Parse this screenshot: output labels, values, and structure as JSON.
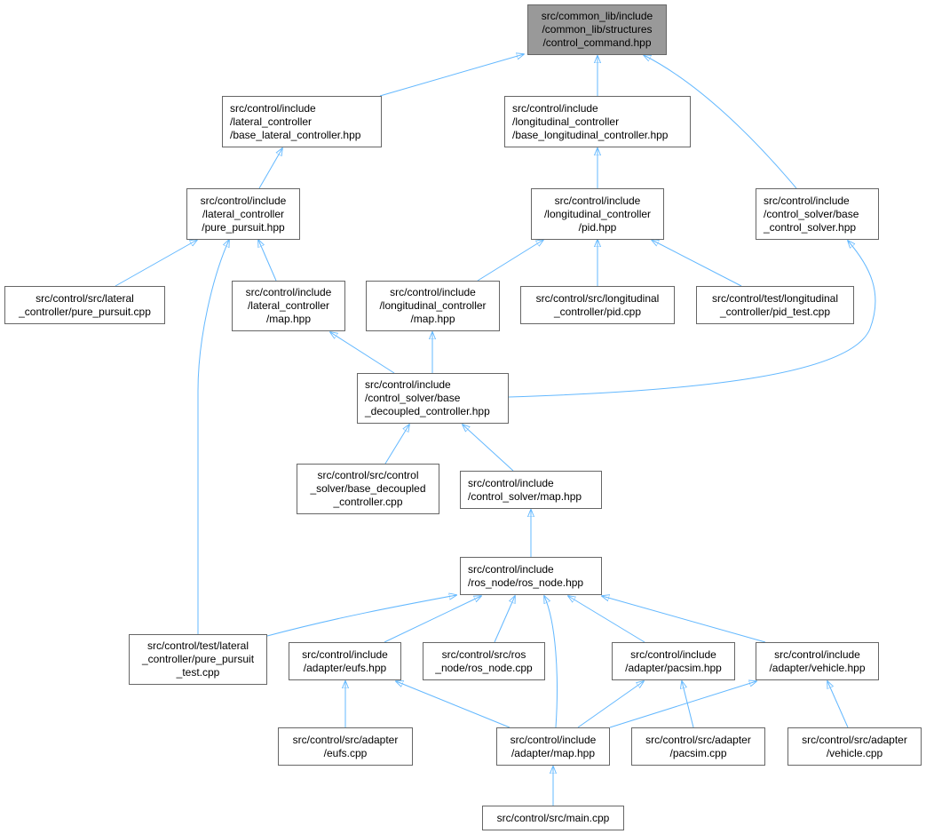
{
  "colors": {
    "edge": "#63b8ff",
    "root_fill": "#999999",
    "node_border": "#666666"
  },
  "nodes": {
    "n0": [
      "src/common_lib/include",
      "/common_lib/structures",
      "/control_command.hpp"
    ],
    "n1": [
      "src/control/include",
      "/lateral_controller",
      "/base_lateral_controller.hpp"
    ],
    "n2": [
      "src/control/include",
      "/longitudinal_controller",
      "/base_longitudinal_controller.hpp"
    ],
    "n3": [
      "src/control/include",
      "/lateral_controller",
      "/pure_pursuit.hpp"
    ],
    "n4": [
      "src/control/include",
      "/longitudinal_controller",
      "/pid.hpp"
    ],
    "n5": [
      "src/control/include",
      "/control_solver/base",
      "_control_solver.hpp"
    ],
    "n6": [
      "src/control/src/lateral",
      "_controller/pure_pursuit.cpp"
    ],
    "n7": [
      "src/control/include",
      "/lateral_controller",
      "/map.hpp"
    ],
    "n8": [
      "src/control/include",
      "/longitudinal_controller",
      "/map.hpp"
    ],
    "n9": [
      "src/control/src/longitudinal",
      "_controller/pid.cpp"
    ],
    "n10": [
      "src/control/test/longitudinal",
      "_controller/pid_test.cpp"
    ],
    "n11": [
      "src/control/include",
      "/control_solver/base",
      "_decoupled_controller.hpp"
    ],
    "n12": [
      "src/control/src/control",
      "_solver/base_decoupled",
      "_controller.cpp"
    ],
    "n13": [
      "src/control/include",
      "/control_solver/map.hpp"
    ],
    "n14": [
      "src/control/include",
      "/ros_node/ros_node.hpp"
    ],
    "n15": [
      "src/control/test/lateral",
      "_controller/pure_pursuit",
      "_test.cpp"
    ],
    "n16": [
      "src/control/include",
      "/adapter/eufs.hpp"
    ],
    "n17": [
      "src/control/src/ros",
      "_node/ros_node.cpp"
    ],
    "n18": [
      "src/control/include",
      "/adapter/pacsim.hpp"
    ],
    "n19": [
      "src/control/include",
      "/adapter/vehicle.hpp"
    ],
    "n20": [
      "src/control/src/adapter",
      "/eufs.cpp"
    ],
    "n21": [
      "src/control/include",
      "/adapter/map.hpp"
    ],
    "n22": [
      "src/control/src/adapter",
      "/pacsim.cpp"
    ],
    "n23": [
      "src/control/src/adapter",
      "/vehicle.cpp"
    ],
    "n24": [
      "src/control/src/main.cpp"
    ]
  },
  "edges": [
    [
      "n1",
      "n0"
    ],
    [
      "n2",
      "n0"
    ],
    [
      "n5",
      "n0"
    ],
    [
      "n3",
      "n1"
    ],
    [
      "n4",
      "n2"
    ],
    [
      "n6",
      "n3"
    ],
    [
      "n7",
      "n3"
    ],
    [
      "n15",
      "n3"
    ],
    [
      "n8",
      "n4"
    ],
    [
      "n9",
      "n4"
    ],
    [
      "n10",
      "n4"
    ],
    [
      "n11",
      "n7"
    ],
    [
      "n11",
      "n8"
    ],
    [
      "n11",
      "n5"
    ],
    [
      "n12",
      "n11"
    ],
    [
      "n13",
      "n11"
    ],
    [
      "n14",
      "n13"
    ],
    [
      "n15",
      "n14"
    ],
    [
      "n16",
      "n14"
    ],
    [
      "n17",
      "n14"
    ],
    [
      "n21",
      "n14"
    ],
    [
      "n18",
      "n14"
    ],
    [
      "n19",
      "n14"
    ],
    [
      "n20",
      "n16"
    ],
    [
      "n21",
      "n16"
    ],
    [
      "n21",
      "n18"
    ],
    [
      "n22",
      "n18"
    ],
    [
      "n21",
      "n19"
    ],
    [
      "n23",
      "n19"
    ],
    [
      "n24",
      "n21"
    ]
  ]
}
